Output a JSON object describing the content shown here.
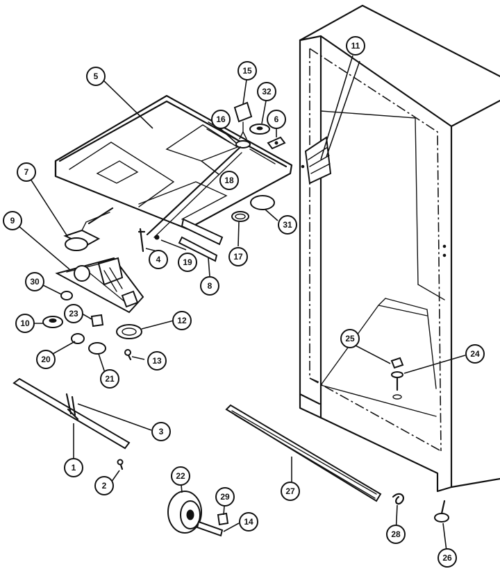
{
  "diagram": {
    "callouts": [
      {
        "label": "1"
      },
      {
        "label": "2"
      },
      {
        "label": "3"
      },
      {
        "label": "4"
      },
      {
        "label": "5"
      },
      {
        "label": "6"
      },
      {
        "label": "7"
      },
      {
        "label": "8"
      },
      {
        "label": "9"
      },
      {
        "label": "10"
      },
      {
        "label": "11"
      },
      {
        "label": "12"
      },
      {
        "label": "13"
      },
      {
        "label": "14"
      },
      {
        "label": "15"
      },
      {
        "label": "16"
      },
      {
        "label": "17"
      },
      {
        "label": "18"
      },
      {
        "label": "19"
      },
      {
        "label": "20"
      },
      {
        "label": "21"
      },
      {
        "label": "22"
      },
      {
        "label": "23"
      },
      {
        "label": "24"
      },
      {
        "label": "25"
      },
      {
        "label": "26"
      },
      {
        "label": "27"
      },
      {
        "label": "28"
      },
      {
        "label": "29"
      },
      {
        "label": "30"
      },
      {
        "label": "31"
      },
      {
        "label": "32"
      }
    ]
  },
  "colors": {
    "ink": "#111111",
    "paper": "#ffffff"
  }
}
